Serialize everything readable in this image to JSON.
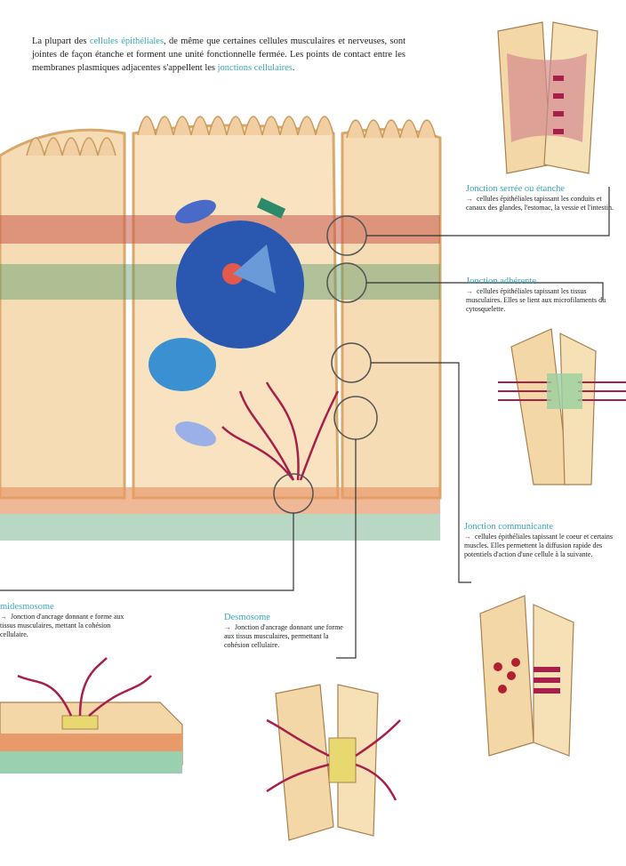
{
  "intro": {
    "part1": "La plupart des ",
    "term1": "cellules épithéliales",
    "part2": ", de même que certaines cellules musculaires et nerveuses, sont jointes de façon étanche et forment une unité fonctionnelle fermée. Les points de contact entre les membranes plasmiques adjacentes s'appellent les ",
    "term2": "jonctions cellulaires",
    "part3": "."
  },
  "labels": {
    "serree": {
      "title": "Jonction serrée ou étanche",
      "text": "cellules épithéliales tapissant les conduits et canaux des glandes, l'estomac, la vessie et l'intestin."
    },
    "adherente": {
      "title": "Jonction adhérente",
      "text": "cellules épithéliales tapissant les tissus musculaires. Elles se lient aux microfilaments du cytosquelette."
    },
    "communicante": {
      "title": "Jonction communicante",
      "text": "cellules épithéliales tapissant le coeur et certains muscles. Elles permettent la diffusion rapide des potentiels d'action d'une cellule à la suivante."
    },
    "hemidesmosome": {
      "title": "midesmosome",
      "text": "Jonction d'ancrage donnant e forme aux tissus musculaires, mettant la cohésion cellulaire."
    },
    "desmosome": {
      "title": "Desmosome",
      "text": "Jonction d'ancrage donnant une forme aux tissus musculaires, permettant la cohésion cellulaire."
    }
  },
  "colors": {
    "accent": "#3aa6b9",
    "filament": "#a8204a",
    "nucleus": "#2a58b0",
    "cell": "#f6dcb4",
    "membrane": "#d9a86a"
  }
}
